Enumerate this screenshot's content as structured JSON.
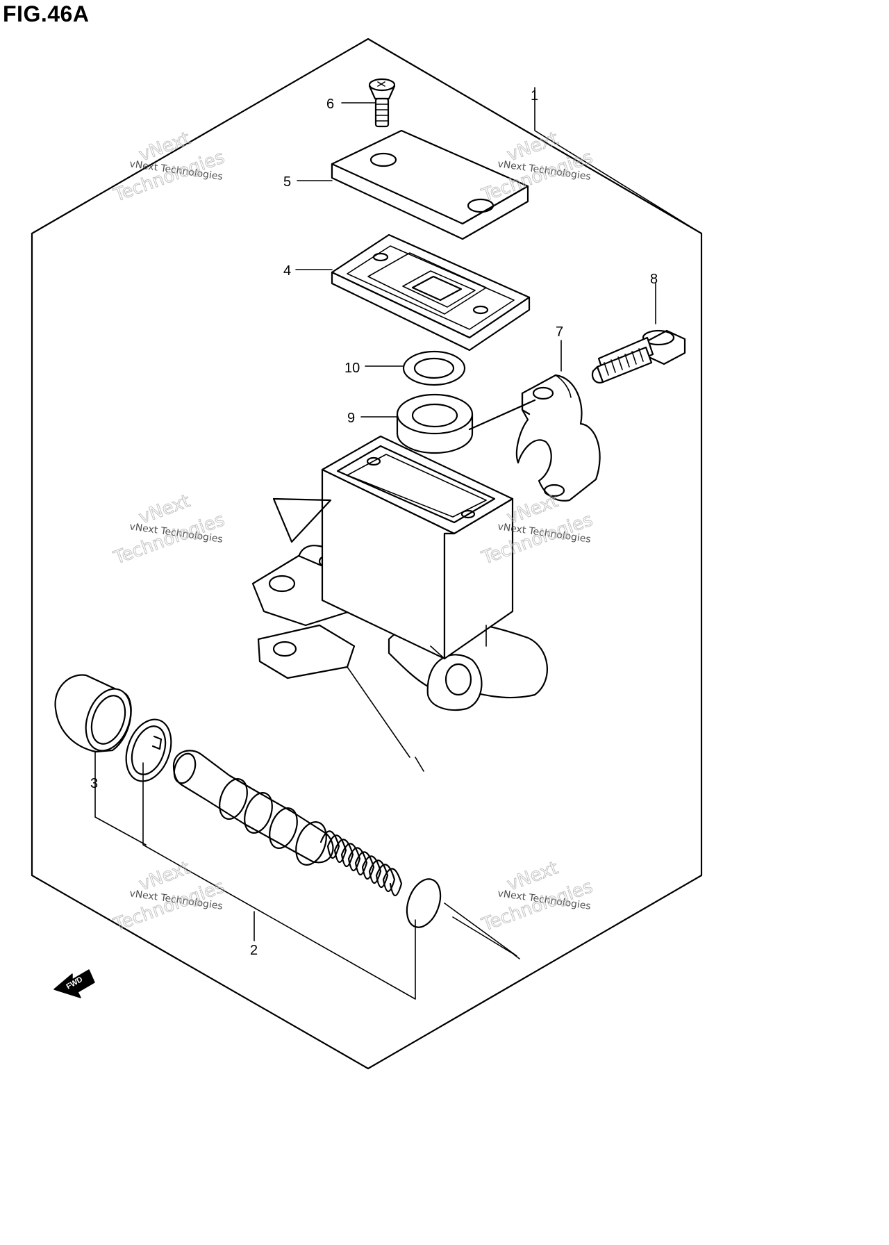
{
  "figure": {
    "title": "FIG.46A"
  },
  "callouts": [
    {
      "id": "1",
      "label": "1"
    },
    {
      "id": "2",
      "label": "2"
    },
    {
      "id": "3",
      "label": "3"
    },
    {
      "id": "4",
      "label": "4"
    },
    {
      "id": "5",
      "label": "5"
    },
    {
      "id": "6",
      "label": "6"
    },
    {
      "id": "7",
      "label": "7"
    },
    {
      "id": "8",
      "label": "8"
    },
    {
      "id": "9",
      "label": "9"
    },
    {
      "id": "10",
      "label": "10"
    }
  ],
  "watermark": {
    "small": "vNext Technologies",
    "big": "Technologies",
    "big_top": "vNext"
  },
  "fwd_arrow": {
    "label": "FWD"
  }
}
